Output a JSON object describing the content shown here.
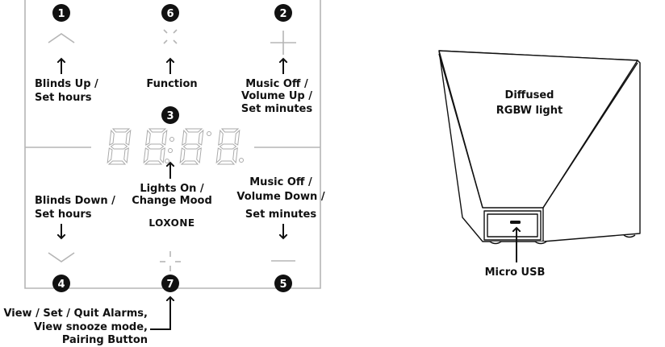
{
  "panel": {
    "badges": [
      "1",
      "6",
      "2",
      "3",
      "4",
      "7",
      "5"
    ],
    "labels": {
      "blinds_up": [
        "Blinds Up /",
        "Set hours"
      ],
      "function": [
        "Function"
      ],
      "music_up": [
        "Music Off /",
        "Volume Up /",
        "Set minutes"
      ],
      "lights": [
        "Lights On /",
        "Change Mood"
      ],
      "blinds_down": [
        "Blinds Down /",
        "Set hours"
      ],
      "music_down": [
        "Music Off /",
        "Volume Down /",
        "Set minutes"
      ],
      "alarms": [
        "View / Set / Quit Alarms,",
        "View snooze mode,",
        "Pairing Button"
      ]
    },
    "brand": "LOXONE",
    "icons": [
      "chevron-up-icon",
      "function-x-icon",
      "plus-icon",
      "chevron-down-icon",
      "crosshair-icon",
      "minus-icon"
    ]
  },
  "device": {
    "light_label": [
      "Diffused",
      "RGBW light"
    ],
    "usb_label": "Micro USB"
  }
}
